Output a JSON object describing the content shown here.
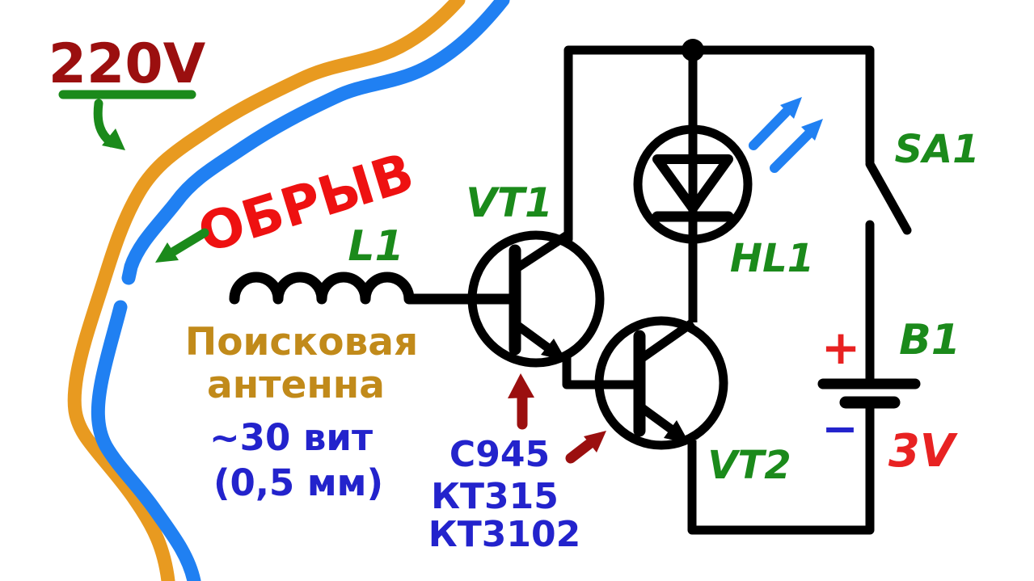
{
  "diagram": {
    "mains_label": "220V",
    "break_label": "ОБРЫВ",
    "antenna": {
      "line1": "Поисковая",
      "line2": "антенна",
      "turns": "~30 вит",
      "wire_diameter": "(0,5 мм)"
    },
    "components": {
      "coil": "L1",
      "vt1": "VT1",
      "vt2": "VT2",
      "led": "HL1",
      "switch": "SA1",
      "battery": "B1",
      "battery_voltage": "3V",
      "plus": "+",
      "minus": "−"
    },
    "transistor_types": [
      "C945",
      "КТ315",
      "КТ3102"
    ]
  },
  "colors": {
    "dark_red": "#9b0f0f",
    "bright_red": "#ee1111",
    "red": "#e82222",
    "green": "#1b8a1b",
    "wire_orange": "#e89a20",
    "text_gold": "#c18a1a",
    "wire_blue": "#2080f2",
    "text_blue": "#2323cc",
    "black": "#000000"
  }
}
